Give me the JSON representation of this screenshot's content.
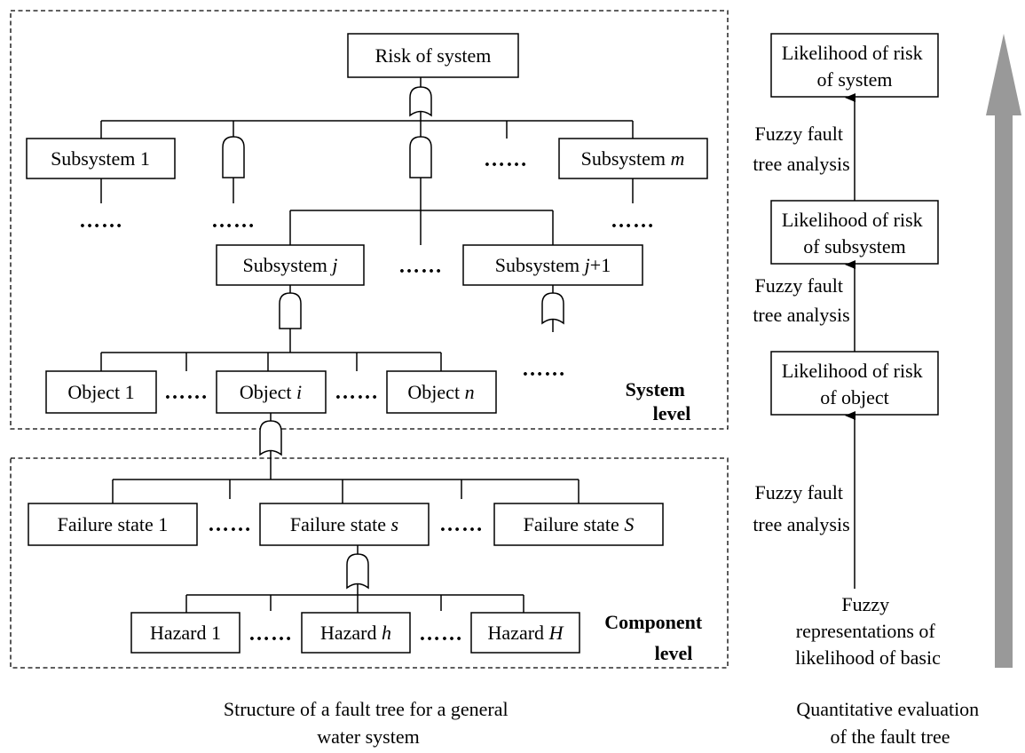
{
  "colors": {
    "line": "#000000",
    "background": "#ffffff",
    "arrow_gray": "#999999"
  },
  "ellipsis": "……",
  "system_tree": {
    "top_event": "Risk of system",
    "subsystem_1": "Subsystem 1",
    "subsystem_m_prefix": "Subsystem ",
    "subsystem_m_index": "m",
    "subsystem_j_prefix": "Subsystem ",
    "subsystem_j_index": "j",
    "subsystem_j1_prefix": "Subsystem ",
    "subsystem_j1_index": "j",
    "subsystem_j1_suffix": "+1",
    "object_1": "Object 1",
    "object_i_prefix": "Object ",
    "object_i_index": "i",
    "object_n_prefix": "Object ",
    "object_n_index": "n",
    "level_line1": "System",
    "level_line2": "level"
  },
  "component_tree": {
    "failure_1": "Failure state 1",
    "failure_s_prefix": "Failure state ",
    "failure_s_index": "s",
    "failure_S_prefix": "Failure state ",
    "failure_S_index": "S",
    "hazard_1": "Hazard 1",
    "hazard_h_prefix": "Hazard ",
    "hazard_h_index": "h",
    "hazard_H_prefix": "Hazard ",
    "hazard_H_index": "H",
    "level_line1": "Component",
    "level_line2": "level"
  },
  "evaluation": {
    "box_system": [
      "Likelihood of risk",
      "of system"
    ],
    "box_subsystem": [
      "Likelihood of risk",
      "of subsystem"
    ],
    "box_object": [
      "Likelihood of risk",
      "of object"
    ],
    "method_1": [
      "Fuzzy fault",
      "tree analysis"
    ],
    "method_2": [
      "Fuzzy fault",
      "tree analysis"
    ],
    "method_3": [
      "Fuzzy fault",
      "tree analysis"
    ],
    "basic": [
      "Fuzzy",
      "representations of",
      "likelihood of basic"
    ]
  },
  "captions": {
    "left": [
      "Structure of a fault tree for a general",
      "water system"
    ],
    "right": [
      "Quantitative evaluation",
      "of the fault tree"
    ]
  }
}
